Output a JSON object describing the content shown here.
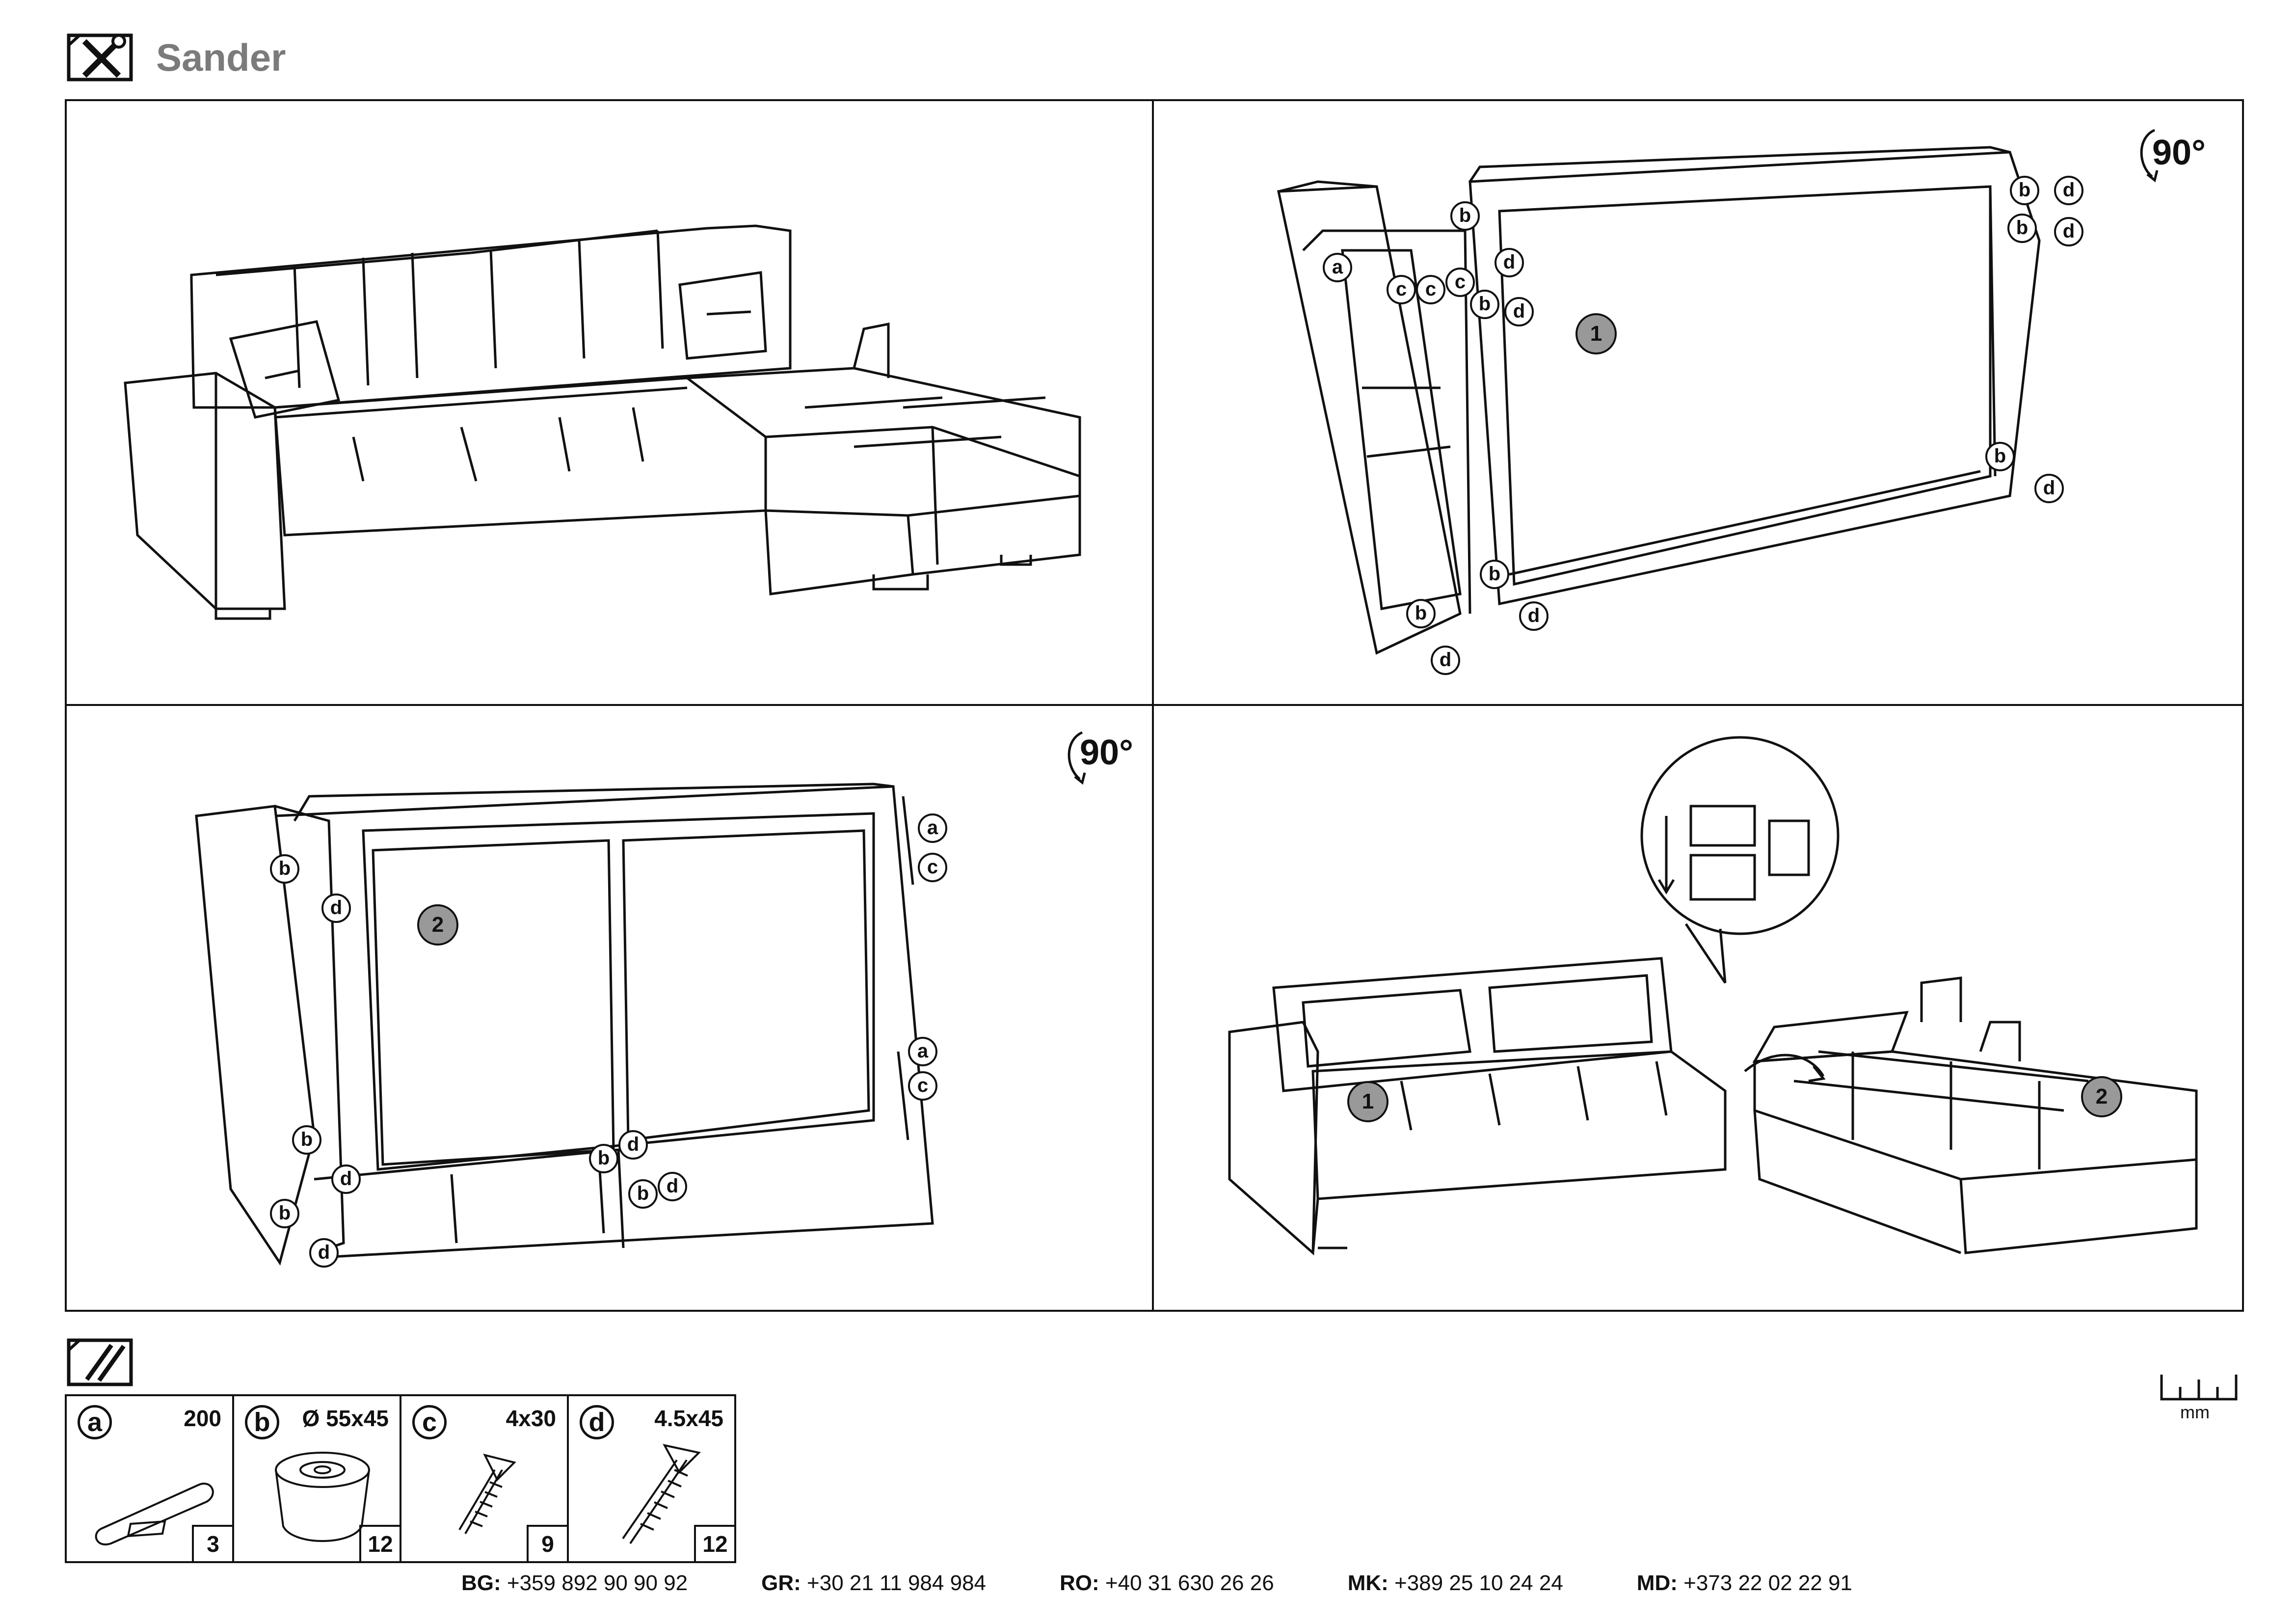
{
  "header": {
    "title": "Sander",
    "icon": "tools-icon"
  },
  "panels": [
    {
      "id": 1,
      "rotation": ""
    },
    {
      "id": 2,
      "rotation": "90°",
      "step": "1",
      "labels": [
        "a",
        "b",
        "c",
        "c",
        "c",
        "d",
        "b",
        "d",
        "b",
        "d",
        "b",
        "d",
        "b",
        "d",
        "b",
        "d",
        "b",
        "d"
      ]
    },
    {
      "id": 3,
      "rotation": "90°",
      "step": "2",
      "labels": [
        "a",
        "c",
        "a",
        "c",
        "b",
        "d",
        "b",
        "d",
        "b",
        "d",
        "b",
        "d",
        "b",
        "d"
      ]
    },
    {
      "id": 4,
      "rotation": "",
      "steps": [
        "1",
        "2"
      ]
    }
  ],
  "hardware": {
    "icon": "screws-icon",
    "parts": [
      {
        "letter": "a",
        "dimension": "200",
        "count": "3",
        "icon": "dowel-icon"
      },
      {
        "letter": "b",
        "dimension": "Ø 55x45",
        "count": "12",
        "icon": "foot-icon"
      },
      {
        "letter": "c",
        "dimension": "4x30",
        "count": "9",
        "icon": "screw-icon"
      },
      {
        "letter": "d",
        "dimension": "4.5x45",
        "count": "12",
        "icon": "screw-icon"
      }
    ]
  },
  "unit": "mm",
  "contacts": [
    {
      "country": "BG:",
      "phone": "+359 892 90 90 92"
    },
    {
      "country": "GR:",
      "phone": "+30 21 11 984 984"
    },
    {
      "country": "RO:",
      "phone": "+40 31 630 26 26"
    },
    {
      "country": "MK:",
      "phone": "+389 25 10 24 24"
    },
    {
      "country": "MD:",
      "phone": "+373 22 02 22 91"
    }
  ]
}
